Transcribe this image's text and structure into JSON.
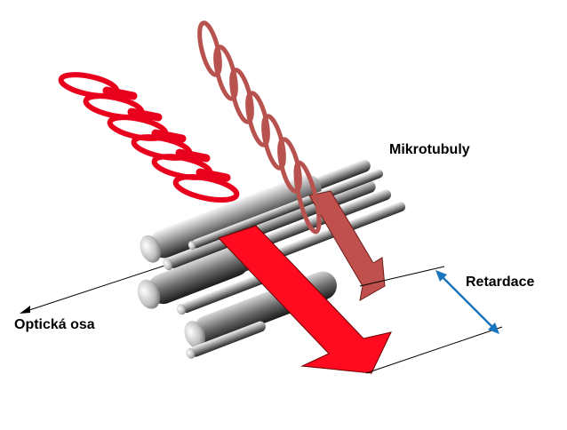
{
  "labels": {
    "microtubules": "Mikrotubuly",
    "retardation": "Retardace",
    "optical_axis": "Optická osa"
  },
  "colors": {
    "ordinary_wave": "#e8001c",
    "extraordinary_wave": "#b8524e",
    "fast_arrow": "#ff0a1e",
    "slow_arrow": "#c0504d",
    "retardation_arrow": "#1b75bc",
    "rod_light": "#f2f2f2",
    "rod_dark": "#2b2b2b"
  }
}
